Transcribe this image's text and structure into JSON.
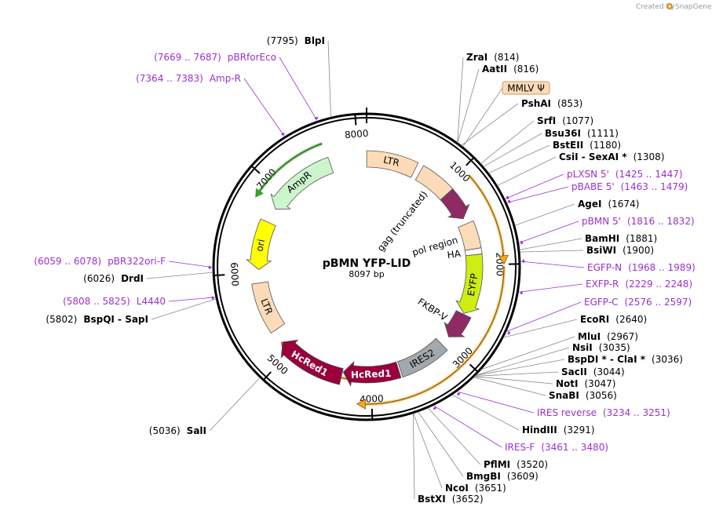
{
  "credit": {
    "text": "Created by",
    "brand": "SnapGene"
  },
  "plasmid": {
    "name": "pBMN YFP-LID",
    "length_label": "8097 bp",
    "length": 8097
  },
  "ticks": [
    {
      "pos": 1000,
      "label": "1000"
    },
    {
      "pos": 2000,
      "label": "2000"
    },
    {
      "pos": 3000,
      "label": "3000"
    },
    {
      "pos": 4000,
      "label": "4000"
    },
    {
      "pos": 5000,
      "label": "5000"
    },
    {
      "pos": 6000,
      "label": "6000"
    },
    {
      "pos": 7000,
      "label": "7000"
    },
    {
      "pos": 8000,
      "label": "8000"
    }
  ],
  "features": [
    {
      "name": "LTR",
      "start": 1,
      "end": 594,
      "dir": 0,
      "color": "#fcdcb8",
      "track": "in1",
      "text_color": "#000"
    },
    {
      "name": "gag (truncated)",
      "start": 660,
      "end": 1075,
      "dir": 0,
      "color": "#fcdcb8",
      "track": "in1",
      "text_color": "#000"
    },
    {
      "name": "",
      "start": 1076,
      "end": 1430,
      "dir": 1,
      "color": "#8e2a64",
      "track": "in1",
      "text_color": "#fff"
    },
    {
      "name": "pol region",
      "start": 1500,
      "end": 1812,
      "dir": 0,
      "color": "#fcdcb8",
      "track": "in1",
      "text_color": "#000"
    },
    {
      "name": "HA",
      "start": 1812,
      "end": 1881,
      "dir": 0,
      "color": "#ffffff",
      "track": "in1",
      "text_color": "#000"
    },
    {
      "name": "EYFP",
      "start": 1881,
      "end": 2600,
      "dir": 1,
      "color": "#ccee11",
      "track": "in1",
      "text_color": "#000"
    },
    {
      "name": "FKBP-V",
      "start": 2610,
      "end": 2935,
      "dir": 1,
      "color": "#8e2a64",
      "track": "in1",
      "text_color": "#fff"
    },
    {
      "name": "IRES2",
      "start": 3056,
      "end": 3640,
      "dir": 0,
      "color": "#a3a8ad",
      "track": "in1",
      "text_color": "#000"
    },
    {
      "name": "HcRed1",
      "start": 3660,
      "end": 4330,
      "dir": 1,
      "color": "#99003c",
      "track": "in1",
      "text_color": "#fff"
    },
    {
      "name": "HcRed1",
      "start": 4340,
      "end": 5130,
      "dir": 1,
      "color": "#99003c",
      "track": "in2",
      "text_color": "#fff"
    },
    {
      "name": "LTR",
      "start": 5290,
      "end": 5880,
      "dir": 0,
      "color": "#fcdcb8",
      "track": "in1",
      "text_color": "#000"
    },
    {
      "name": "ori",
      "start": 6040,
      "end": 6620,
      "dir": -1,
      "color": "#ffff00",
      "track": "in1",
      "text_color": "#000"
    },
    {
      "name": "AmpR",
      "start": 6800,
      "end": 7660,
      "dir": -1,
      "color": "#ccf5cc",
      "track": "in1",
      "text_color": "#000"
    }
  ],
  "orange_arcs": [
    {
      "start": 1080,
      "end": 2000,
      "dir": 1
    },
    {
      "start": 2020,
      "end": 4140,
      "dir": 1
    },
    {
      "start": 4200,
      "end": 5140,
      "dir": 1
    }
  ],
  "green_arc": {
    "start": 6790,
    "end": 7650,
    "dir": -1
  },
  "boxed_label": {
    "text": "MMLV Ψ",
    "pos": 870
  },
  "labels_right": [
    {
      "name": "ZraI",
      "coord": "(814)",
      "pos": 814,
      "kind": "enzyme"
    },
    {
      "name": "AatII",
      "coord": "(816)",
      "pos": 816,
      "kind": "enzyme"
    },
    {
      "name": "PshAI",
      "coord": "(853)",
      "pos": 853,
      "kind": "enzyme"
    },
    {
      "name": "SrfI",
      "coord": "(1077)",
      "pos": 1077,
      "kind": "enzyme"
    },
    {
      "name": "Bsu36I",
      "coord": "(1111)",
      "pos": 1111,
      "kind": "enzyme"
    },
    {
      "name": "BstEII",
      "coord": "(1180)",
      "pos": 1180,
      "kind": "enzyme"
    },
    {
      "name": "CsiI  -  SexAI *",
      "coord": "(1308)",
      "pos": 1308,
      "kind": "enzyme"
    },
    {
      "name": "pLXSN 5'",
      "coord": "(1425 .. 1447)",
      "pos": 1436,
      "kind": "primer"
    },
    {
      "name": "pBABE 5'",
      "coord": "(1463 .. 1479)",
      "pos": 1471,
      "kind": "primer"
    },
    {
      "name": "AgeI",
      "coord": "(1674)",
      "pos": 1674,
      "kind": "enzyme"
    },
    {
      "name": "pBMN 5'",
      "coord": "(1816 .. 1832)",
      "pos": 1824,
      "kind": "primer"
    },
    {
      "name": "BamHI",
      "coord": "(1881)",
      "pos": 1881,
      "kind": "enzyme"
    },
    {
      "name": "BsiWI",
      "coord": "(1900)",
      "pos": 1900,
      "kind": "enzyme"
    },
    {
      "name": "EGFP-N",
      "coord": "(1968 .. 1989)",
      "pos": 1978,
      "kind": "primer"
    },
    {
      "name": "EXFP-R",
      "coord": "(2229 .. 2248)",
      "pos": 2238,
      "kind": "primer"
    },
    {
      "name": "EGFP-C",
      "coord": "(2576 .. 2597)",
      "pos": 2586,
      "kind": "primer"
    },
    {
      "name": "EcoRI",
      "coord": "(2640)",
      "pos": 2640,
      "kind": "enzyme"
    },
    {
      "name": "MluI",
      "coord": "(2967)",
      "pos": 2967,
      "kind": "enzyme"
    },
    {
      "name": "NsiI",
      "coord": "(3035)",
      "pos": 3035,
      "kind": "enzyme"
    },
    {
      "name": "BspDI *  -  ClaI *",
      "coord": "(3036)",
      "pos": 3036,
      "kind": "enzyme"
    },
    {
      "name": "SacII",
      "coord": "(3044)",
      "pos": 3044,
      "kind": "enzyme"
    },
    {
      "name": "NotI",
      "coord": "(3047)",
      "pos": 3047,
      "kind": "enzyme"
    },
    {
      "name": "SnaBI",
      "coord": "(3056)",
      "pos": 3056,
      "kind": "enzyme"
    },
    {
      "name": "IRES reverse",
      "coord": "(3234 .. 3251)",
      "pos": 3242,
      "kind": "primer"
    },
    {
      "name": "HindIII",
      "coord": "(3291)",
      "pos": 3291,
      "kind": "enzyme"
    },
    {
      "name": "IRES-F",
      "coord": "(3461 .. 3480)",
      "pos": 3470,
      "kind": "primer"
    },
    {
      "name": "PflMI",
      "coord": "(3520)",
      "pos": 3520,
      "kind": "enzyme"
    },
    {
      "name": "BmgBI",
      "coord": "(3609)",
      "pos": 3609,
      "kind": "enzyme"
    },
    {
      "name": "NcoI",
      "coord": "(3651)",
      "pos": 3651,
      "kind": "enzyme"
    },
    {
      "name": "BstXI",
      "coord": "(3652)",
      "pos": 3652,
      "kind": "enzyme"
    }
  ],
  "labels_left": [
    {
      "name": "BlpI",
      "coord": "(7795)",
      "pos": 7795,
      "kind": "enzyme"
    },
    {
      "name": "pBRforEco",
      "coord": "(7669 .. 7687)",
      "pos": 7678,
      "kind": "primer"
    },
    {
      "name": "Amp-R",
      "coord": "(7364 .. 7383)",
      "pos": 7373,
      "kind": "primer"
    },
    {
      "name": "pBR322ori-F",
      "coord": "(6059 .. 6078)",
      "pos": 6068,
      "kind": "primer"
    },
    {
      "name": "DrdI",
      "coord": "(6026)",
      "pos": 6026,
      "kind": "enzyme"
    },
    {
      "name": "L4440",
      "coord": "(5808 .. 5825)",
      "pos": 5816,
      "kind": "primer"
    },
    {
      "name": "BspQI  -  SapI",
      "coord": "(5802)",
      "pos": 5802,
      "kind": "enzyme"
    },
    {
      "name": "SalI",
      "coord": "(5036)",
      "pos": 5036,
      "kind": "enzyme"
    }
  ],
  "colors": {
    "primer": "#9b30d0",
    "enzyme": "#000000",
    "orange": "#f5a623",
    "green_line": "#3aa12b"
  }
}
